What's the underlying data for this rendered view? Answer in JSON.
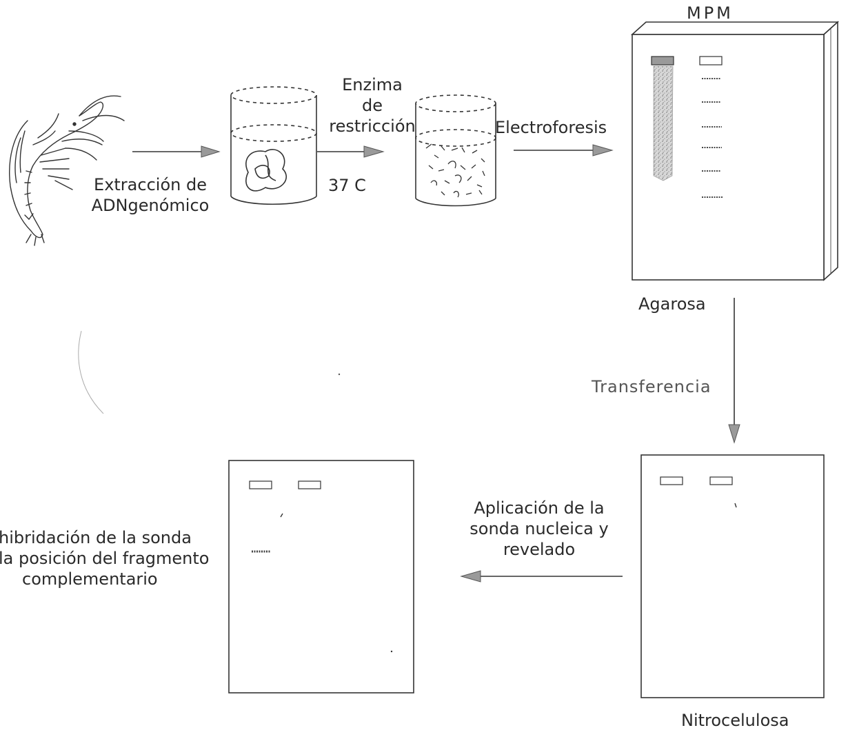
{
  "steps": {
    "extraction": {
      "line1": "Extracción de",
      "line2": "ADNgenómico"
    },
    "enzyme": {
      "line1": "Enzima",
      "line2": "de",
      "line3": "restricción",
      "temperature": "37  C"
    },
    "electrophoresis": "Electroforesis",
    "transfer": "Transferencia",
    "probe": {
      "line1": "Aplicación de la",
      "line2": "sonda nucleica y",
      "line3": "revelado"
    },
    "hybridization": {
      "line1": "hibridación de la sonda",
      "line2": "la posición del fragmento",
      "line3": "complementario"
    }
  },
  "materials": {
    "mpm": "MPM",
    "agarose": "Agarosa",
    "nitrocellulose": "Nitrocelulosa"
  },
  "colors": {
    "line": "#333333",
    "arrowhead": "#9a9a9a",
    "smear": "#b8b8b8"
  }
}
